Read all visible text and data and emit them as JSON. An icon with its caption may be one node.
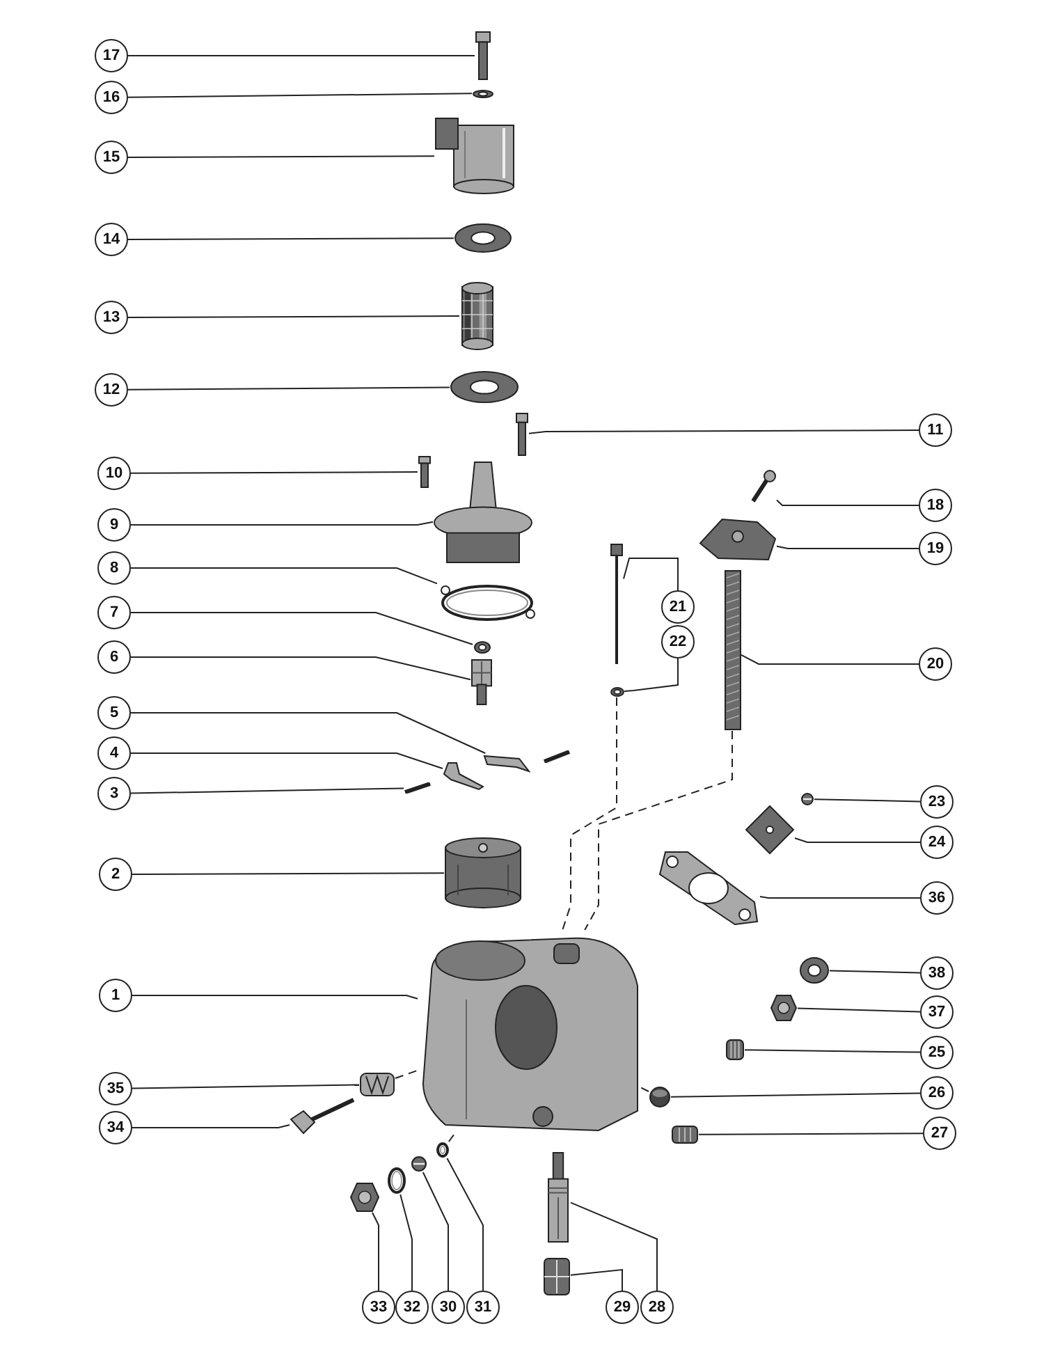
{
  "diagram": {
    "nodes": [
      {
        "text": [
          "17"
        ]
      },
      {
        "text": [
          "16"
        ]
      },
      {
        "text": [
          "15"
        ]
      },
      {
        "text": [
          "14"
        ]
      },
      {
        "text": [
          "13"
        ]
      },
      {
        "text": [
          "12"
        ]
      },
      {
        "text": [
          "11"
        ]
      },
      {
        "text": [
          "10"
        ]
      },
      {
        "text": [
          "18"
        ]
      },
      {
        "text": [
          "9"
        ]
      },
      {
        "text": [
          "19"
        ]
      },
      {
        "text": [
          "8"
        ]
      },
      {
        "text": [
          "21"
        ]
      },
      {
        "text": [
          "7"
        ]
      },
      {
        "text": [
          "22"
        ]
      },
      {
        "text": [
          "6"
        ]
      },
      {
        "text": [
          "20"
        ]
      },
      {
        "text": [
          "5"
        ]
      },
      {
        "text": [
          "4"
        ]
      },
      {
        "text": [
          "3"
        ]
      },
      {
        "text": [
          "23"
        ]
      },
      {
        "text": [
          "2"
        ]
      },
      {
        "text": [
          "24"
        ]
      },
      {
        "text": [
          "36"
        ]
      },
      {
        "text": [
          "1"
        ]
      },
      {
        "text": [
          "38"
        ]
      },
      {
        "text": [
          "37"
        ]
      },
      {
        "text": [
          "25"
        ]
      },
      {
        "text": [
          "35"
        ]
      },
      {
        "text": [
          "26"
        ]
      },
      {
        "text": [
          "34"
        ]
      },
      {
        "text": [
          "27"
        ]
      },
      {
        "text": [
          "33"
        ]
      },
      {
        "text": [
          "32"
        ]
      },
      {
        "text": [
          "30"
        ]
      },
      {
        "text": [
          "31"
        ]
      },
      {
        "text": [
          "29"
        ]
      },
      {
        "text": [
          "28"
        ]
      },
      {
        "text": [],
        "shape": "picture"
      },
      {
        "text": [],
        "shape": "picture"
      },
      {
        "text": [],
        "shape": "picture"
      },
      {
        "text": [],
        "shape": "picture"
      },
      {
        "text": [],
        "shape": "picture"
      },
      {
        "text": [],
        "shape": "picture"
      },
      {
        "text": [],
        "shape": "picture"
      },
      {
        "text": [],
        "shape": "picture"
      },
      {
        "text": [],
        "shape": "picture"
      },
      {
        "text": [],
        "shape": "picture"
      },
      {
        "text": [],
        "shape": "picture"
      },
      {
        "text": [],
        "shape": "picture"
      },
      {
        "text": [],
        "shape": "picture"
      },
      {
        "text": [],
        "shape": "picture"
      },
      {
        "text": [],
        "shape": "picture"
      },
      {
        "text": [],
        "shape": "picture"
      },
      {
        "text": [],
        "shape": "picture"
      },
      {
        "text": [],
        "shape": "picture"
      },
      {
        "text": [],
        "shape": "picture"
      },
      {
        "text": [],
        "shape": "picture"
      },
      {
        "text": [],
        "shape": "picture"
      },
      {
        "text": [],
        "shape": "picture"
      },
      {
        "text": [],
        "shape": "picture"
      },
      {
        "text": [],
        "shape": "picture"
      },
      {
        "text": [],
        "shape": "picture"
      },
      {
        "text": [],
        "shape": "picture"
      },
      {
        "text": [],
        "shape": "picture"
      },
      {
        "text": [],
        "shape": "picture"
      },
      {
        "text": [],
        "shape": "picture"
      },
      {
        "text": [],
        "shape": "picture"
      },
      {
        "text": [],
        "shape": "picture"
      },
      {
        "text": [],
        "shape": "picture"
      },
      {
        "text": [],
        "shape": "picture"
      },
      {
        "text": [],
        "shape": "picture"
      },
      {
        "text": [],
        "shape": "picture"
      },
      {
        "text": [],
        "shape": "picture"
      },
      {
        "text": [],
        "shape": "picture"
      },
      {
        "text": [],
        "shape": "picture"
      }
    ],
    "edges": [
      {
        "from": 0,
        "to": 38,
        "arrow": "none"
      },
      {
        "from": 1,
        "to": 39,
        "arrow": "none"
      },
      {
        "from": 2,
        "to": 40,
        "arrow": "none"
      },
      {
        "from": 3,
        "to": 41,
        "arrow": "none"
      },
      {
        "from": 4,
        "to": 42,
        "arrow": "none"
      },
      {
        "from": 5,
        "to": 43,
        "arrow": "none"
      },
      {
        "from": 6,
        "to": 44,
        "arrow": "none"
      },
      {
        "from": 7,
        "to": 45,
        "arrow": "none"
      },
      {
        "from": 8,
        "to": 46,
        "arrow": "none"
      },
      {
        "from": 9,
        "to": 47,
        "arrow": "none"
      },
      {
        "from": 10,
        "to": 48,
        "arrow": "none"
      },
      {
        "from": 11,
        "to": 49,
        "arrow": "none"
      },
      {
        "from": 12,
        "to": 50,
        "arrow": "none"
      },
      {
        "from": 13,
        "to": 51,
        "arrow": "none"
      },
      {
        "from": 14,
        "to": 52,
        "arrow": "none"
      },
      {
        "from": 15,
        "to": 53,
        "arrow": "none"
      },
      {
        "from": 16,
        "to": 54,
        "arrow": "none"
      },
      {
        "from": 17,
        "to": 55,
        "arrow": "none"
      },
      {
        "from": 18,
        "to": 56,
        "arrow": "none"
      },
      {
        "from": 19,
        "to": 57,
        "arrow": "none"
      },
      {
        "from": 20,
        "to": 58,
        "arrow": "none"
      },
      {
        "from": 21,
        "to": 59,
        "arrow": "none"
      },
      {
        "from": 22,
        "to": 60,
        "arrow": "none"
      },
      {
        "from": 23,
        "to": 61,
        "arrow": "none"
      },
      {
        "from": 24,
        "to": 62,
        "arrow": "none"
      },
      {
        "from": 25,
        "to": 63,
        "arrow": "none"
      },
      {
        "from": 26,
        "to": 64,
        "arrow": "none"
      },
      {
        "from": 27,
        "to": 65,
        "arrow": "none"
      },
      {
        "from": 28,
        "to": 66,
        "arrow": "none"
      },
      {
        "from": 29,
        "to": 67,
        "arrow": "none"
      },
      {
        "from": 30,
        "to": 68,
        "arrow": "none"
      },
      {
        "from": 31,
        "to": 69,
        "arrow": "none"
      },
      {
        "from": 32,
        "to": 70,
        "arrow": "none"
      },
      {
        "from": 33,
        "to": 71,
        "arrow": "none"
      },
      {
        "from": 34,
        "to": 72,
        "arrow": "none"
      },
      {
        "from": 35,
        "to": 73,
        "arrow": "none"
      },
      {
        "from": 36,
        "to": 74,
        "arrow": "none"
      },
      {
        "from": 37,
        "to": 75,
        "arrow": "none"
      },
      {
        "from": 52,
        "to": 62,
        "arrow": "none",
        "style": "dashed"
      },
      {
        "from": 54,
        "to": 62,
        "arrow": "none",
        "style": "dashed"
      },
      {
        "from": 66,
        "to": 62,
        "arrow": "none",
        "style": "dashed"
      },
      {
        "from": 73,
        "to": 62,
        "arrow": "none",
        "style": "dashed"
      },
      {
        "from": 67,
        "to": 62,
        "arrow": "none",
        "style": "dashed"
      }
    ]
  }
}
